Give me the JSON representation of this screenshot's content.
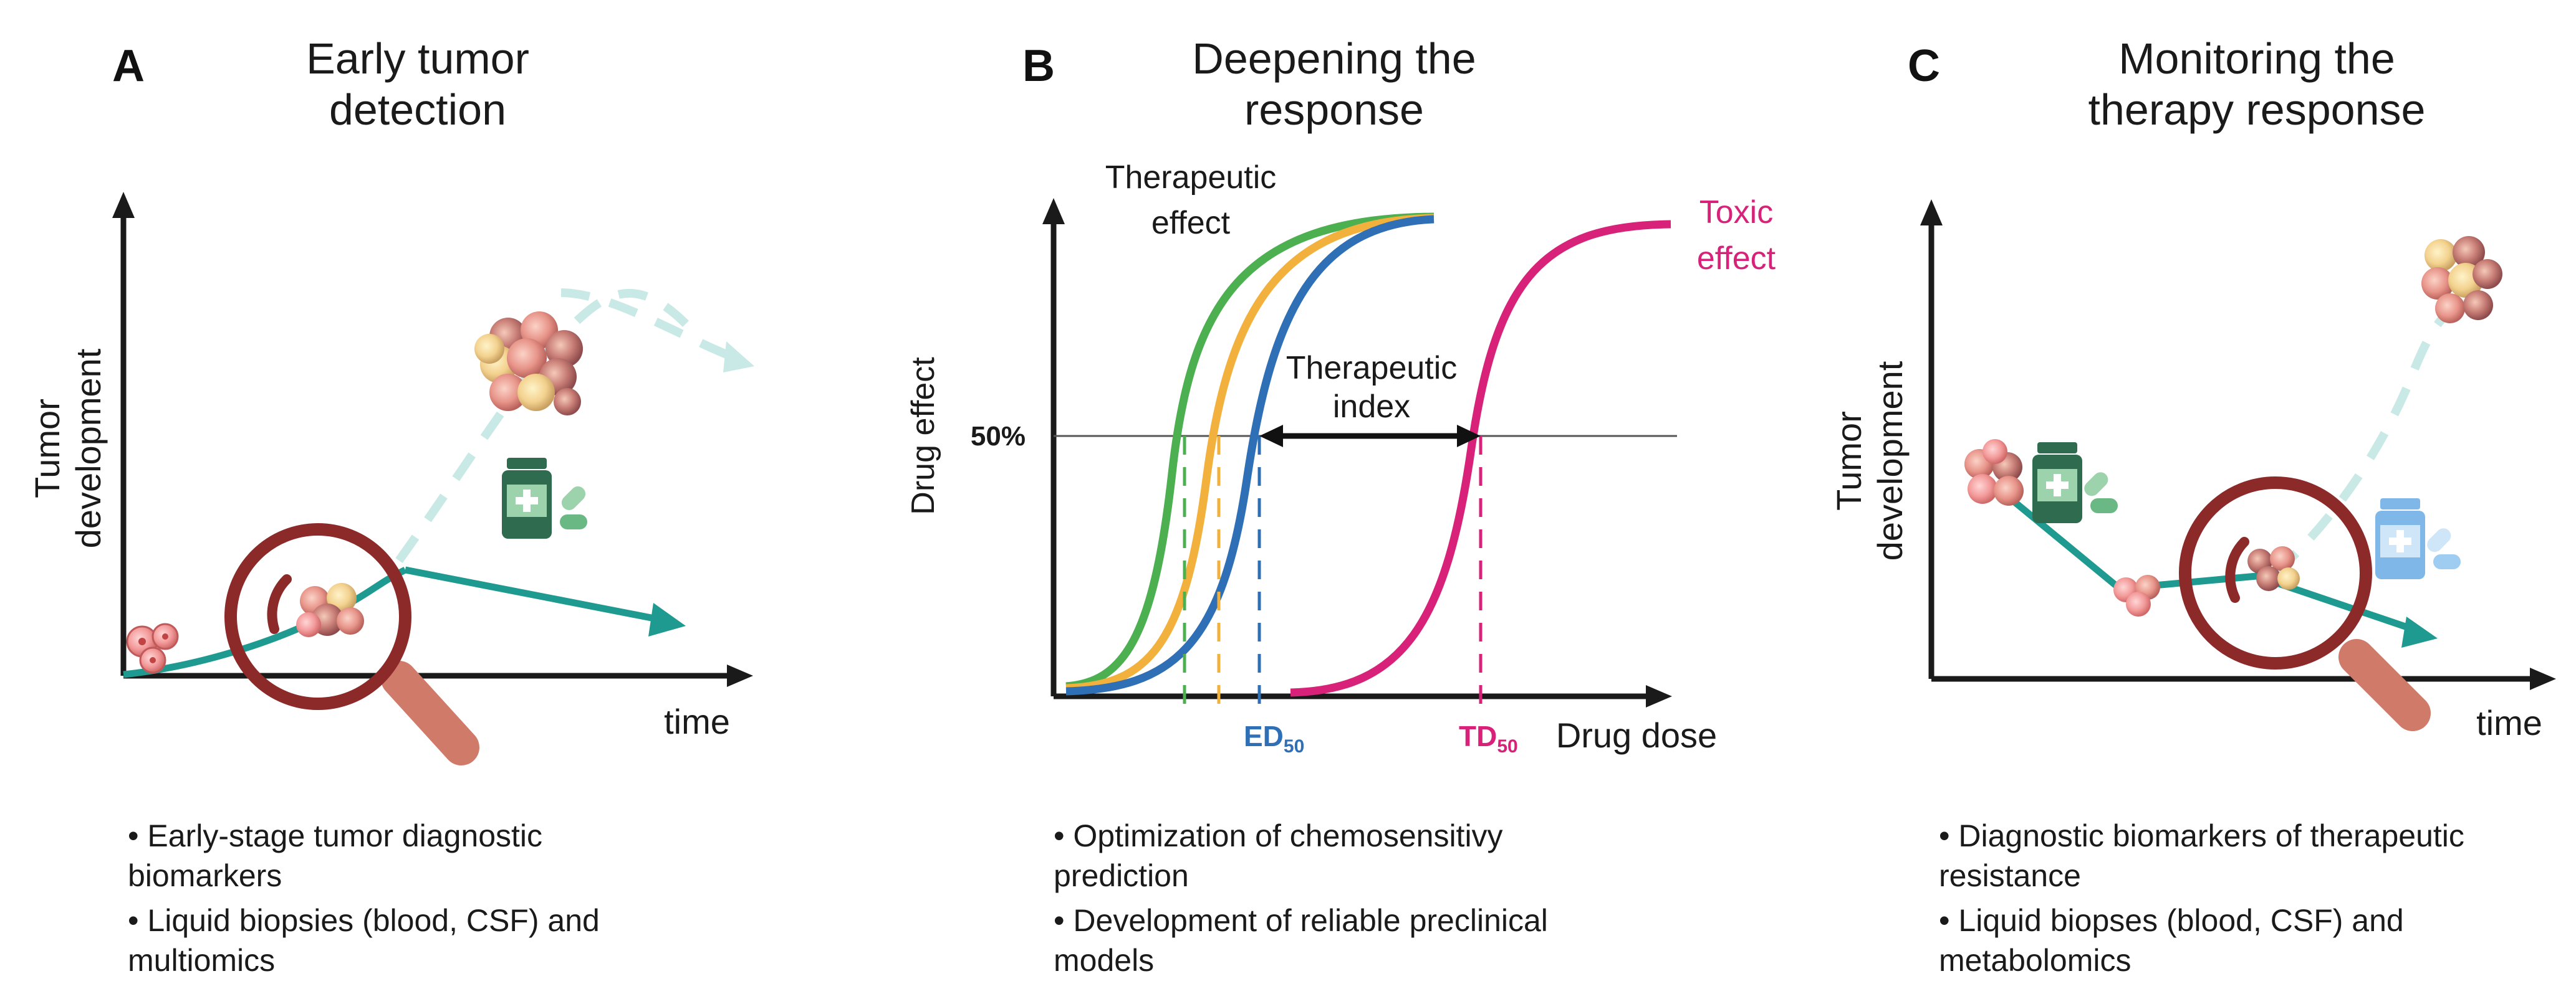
{
  "panels": [
    {
      "letter": "A",
      "title_line1": "Early tumor",
      "title_line2": "detection",
      "ylabel_line1": "Tumor",
      "ylabel_line2": "development",
      "xlabel": "time",
      "bullets": [
        [
          "• Early-stage tumor diagnostic",
          "biomarkers"
        ],
        [
          "• Liquid biopsies (blood, CSF) and",
          "multiomics"
        ]
      ]
    },
    {
      "letter": "B",
      "title_line1": "Deepening the",
      "title_line2": "response",
      "ylabel": "Drug effect",
      "xlabel": "Drug dose",
      "tick_50": "50%",
      "therapeutic_line1": "Therapeutic",
      "therapeutic_line2": "effect",
      "toxic_line1": "Toxic",
      "toxic_line2": "effect",
      "index_line1": "Therapeutic",
      "index_line2": "index",
      "ed50": "ED",
      "td50": "TD",
      "sub50": "50",
      "bullets": [
        [
          "• Optimization of chemosensitivy",
          "prediction"
        ],
        [
          "• Development of reliable preclinical",
          "models"
        ]
      ]
    },
    {
      "letter": "C",
      "title_line1": "Monitoring the",
      "title_line2": "therapy response",
      "ylabel_line1": "Tumor",
      "ylabel_line2": "development",
      "xlabel": "time",
      "bullets": [
        [
          "• Diagnostic biomarkers of therapeutic",
          "resistance"
        ],
        [
          "• Liquid biopses (blood, CSF) and",
          "metabolomics"
        ]
      ]
    }
  ],
  "colors": {
    "teal": "#1e9a90",
    "teal_light": "#c9e9e6",
    "magnifier": "#8c2a2a",
    "handle": "#d07a6a",
    "green_curve": "#4caf50",
    "yellow_curve": "#f2b13c",
    "blue_curve": "#2f6fb5",
    "toxic": "#d8227a",
    "bottle_dark": "#2e6b4f",
    "bottle_light": "#7fb8e8"
  },
  "icons": [
    "magnifier-icon",
    "medicine-bottle-icon",
    "pill-icon",
    "tumor-cluster-icon"
  ]
}
